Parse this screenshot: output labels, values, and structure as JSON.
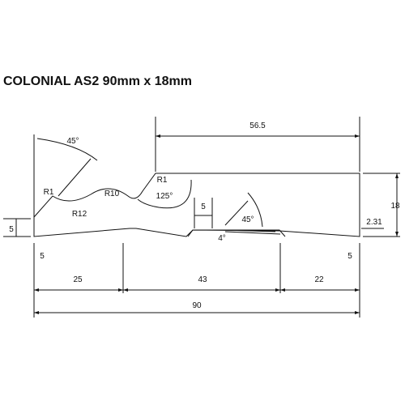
{
  "title": "COLONIAL AS2 90mm x 18mm",
  "colors": {
    "line": "#111111",
    "background": "#ffffff"
  },
  "dimensions": {
    "top_width": "56.5",
    "height": "18",
    "step_depth": "2.31",
    "left_edge": "5",
    "left_edge_lower": "5",
    "right_edge_lower": "5",
    "groove_depth": "5",
    "seg_left": "25",
    "seg_mid": "43",
    "seg_right": "22",
    "total_width": "90"
  },
  "annotations": {
    "angle_top_left": "45°",
    "radius_left": "R1",
    "radius_r12": "R12",
    "radius_r10": "R10",
    "radius_right": "R1",
    "angle_125": "125°",
    "angle_45_right": "45°",
    "angle_4": "4°"
  }
}
